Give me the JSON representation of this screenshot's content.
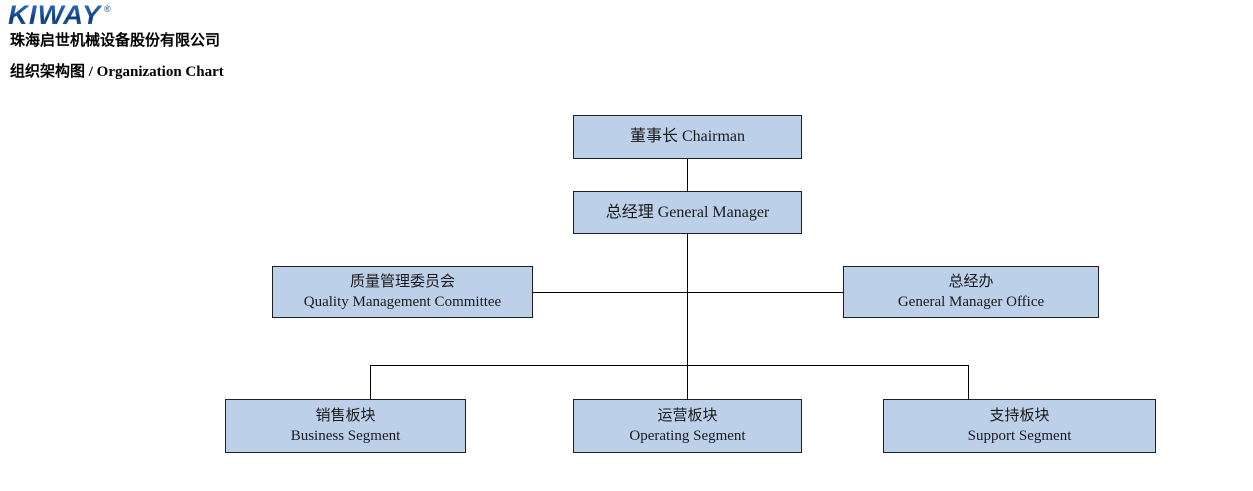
{
  "header": {
    "logo_text": "KIWAY",
    "logo_registered": "®",
    "company_name": "珠海启世机械设备股份有限公司",
    "chart_title": "组织架构图 / Organization Chart"
  },
  "chart_data": {
    "type": "diagram",
    "title": "组织架构图 / Organization Chart",
    "nodes": [
      {
        "id": "chairman",
        "cn": "董事长 Chairman",
        "en": ""
      },
      {
        "id": "gm",
        "cn": "总经理 General Manager",
        "en": ""
      },
      {
        "id": "qmc",
        "cn": "质量管理委员会",
        "en": "Quality Management Committee"
      },
      {
        "id": "gmo",
        "cn": "总经办",
        "en": "General Manager Office"
      },
      {
        "id": "business",
        "cn": "销售板块",
        "en": "Business Segment"
      },
      {
        "id": "operating",
        "cn": "运营板块",
        "en": "Operating Segment"
      },
      {
        "id": "support",
        "cn": "支持板块",
        "en": "Support Segment"
      }
    ],
    "edges": [
      {
        "from": "chairman",
        "to": "gm"
      },
      {
        "from": "gm",
        "to": "qmc"
      },
      {
        "from": "gm",
        "to": "gmo"
      },
      {
        "from": "gm",
        "to": "business"
      },
      {
        "from": "gm",
        "to": "operating"
      },
      {
        "from": "gm",
        "to": "support"
      }
    ],
    "colors": {
      "node_fill": "#bdd0ea",
      "node_border": "#202020",
      "connector": "#000000",
      "logo_blue": "#1b4f96"
    }
  }
}
